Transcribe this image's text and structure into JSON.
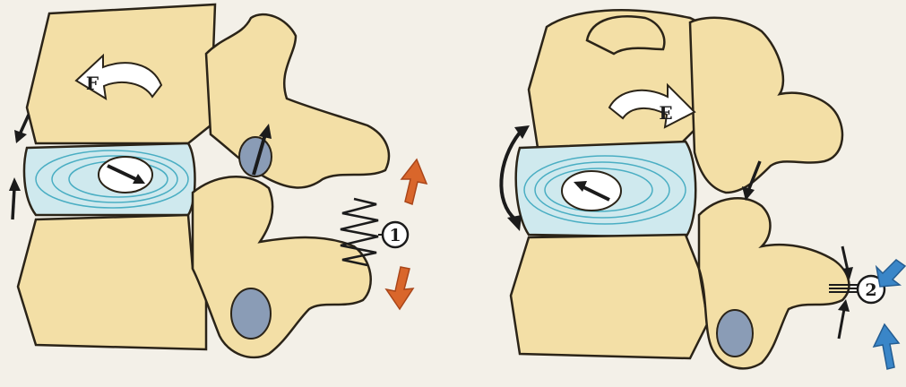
{
  "panels": [
    {
      "id": "left",
      "motion_label": "F",
      "callout_number": "1",
      "callout_arrow_color": "#d9662b",
      "callout_meaning": "ligament-stretch"
    },
    {
      "id": "right",
      "motion_label": "E",
      "callout_number": "2",
      "callout_arrow_color": "#3a86c8",
      "callout_meaning": "facet-compression"
    }
  ],
  "colors": {
    "bone_fill": "#f3dfa6",
    "bone_stroke": "#2b2418",
    "disc_fill": "#cfe9ee",
    "disc_lines": "#4aaec3",
    "nucleus_fill": "#ffffff",
    "canal_fill": "#8a9cb6",
    "background_wash": "#e9e4d8"
  }
}
